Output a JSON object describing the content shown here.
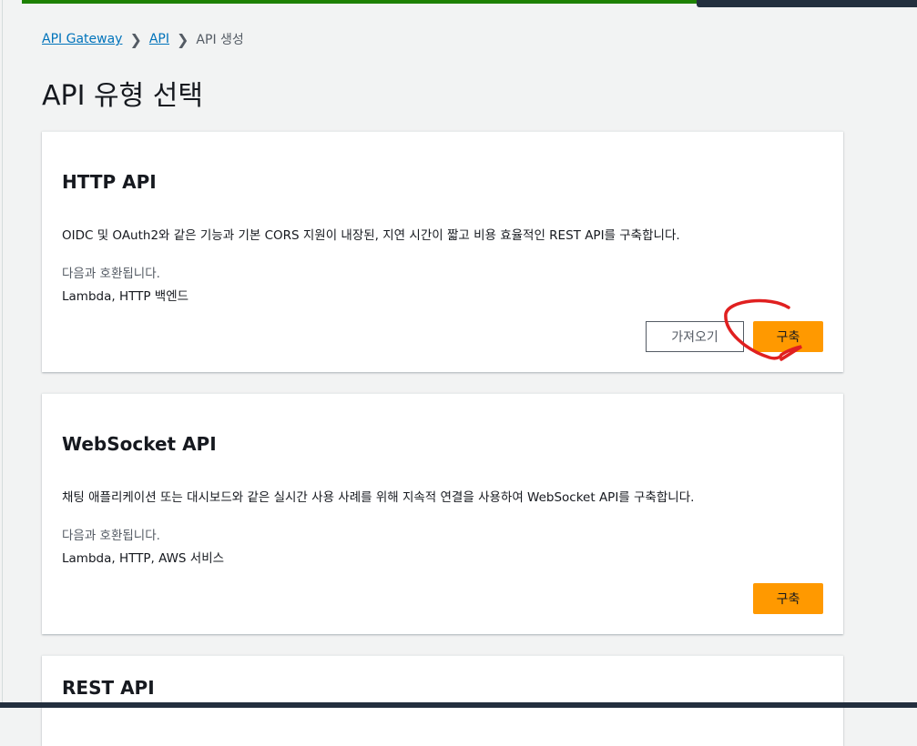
{
  "breadcrumb": {
    "items": [
      "API Gateway",
      "API"
    ],
    "current": "API 생성"
  },
  "page_title": "API 유형 선택",
  "cards": [
    {
      "title": "HTTP API",
      "description": "OIDC 및 OAuth2와 같은 기능과 기본 CORS 지원이 내장된, 지연 시간이 짧고 비용 효율적인 REST API를 구축합니다.",
      "compat_label": "다음과 호환됩니다.",
      "compat_list": "Lambda, HTTP 백엔드",
      "import_label": "가져오기",
      "build_label": "구축"
    },
    {
      "title": "WebSocket API",
      "description": "채팅 애플리케이션 또는 대시보드와 같은 실시간 사용 사례를 위해 지속적 연결을 사용하여 WebSocket API를 구축합니다.",
      "compat_label": "다음과 호환됩니다.",
      "compat_list": "Lambda, HTTP, AWS 서비스",
      "build_label": "구축"
    },
    {
      "title": "REST API"
    }
  ],
  "colors": {
    "primary": "#ff9900",
    "link": "#0073bb",
    "annotation": "#e02020",
    "success_bar": "#1d8102"
  }
}
